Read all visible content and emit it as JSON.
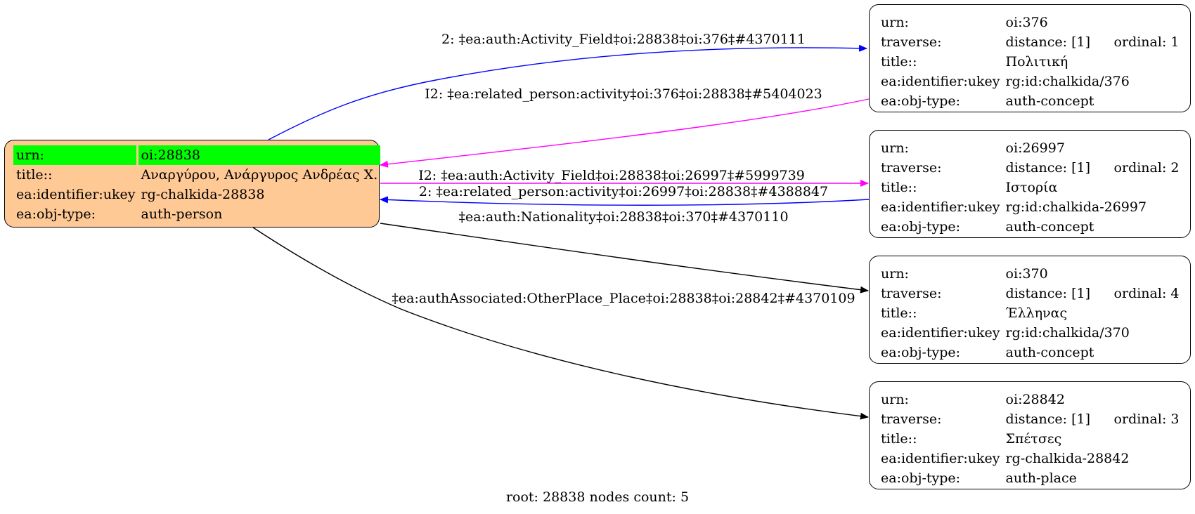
{
  "colors": {
    "root_fill": "#ffc996",
    "highlight": "#00ff00",
    "blue": "#0000ff",
    "magenta": "#ff00ff",
    "black": "#000000"
  },
  "root": {
    "rows": [
      {
        "key": "urn:",
        "value": "oi:28838"
      },
      {
        "key": "title::",
        "value": "Αναργύρου, Ανάργυρος Ανδρέας Χ."
      },
      {
        "key": "ea:identifier:ukey",
        "value": "rg-chalkida-28838"
      },
      {
        "key": "ea:obj-type:",
        "value": "auth-person"
      }
    ]
  },
  "nodes": [
    {
      "urn": "oi:376",
      "distance": "distance: [1]",
      "ordinal": "ordinal: 1",
      "title": "Πολιτική",
      "ukey": "rg:id:chalkida/376",
      "type": "auth-concept"
    },
    {
      "urn": "oi:26997",
      "distance": "distance: [1]",
      "ordinal": "ordinal: 2",
      "title": "Ιστορία",
      "ukey": "rg:id:chalkida-26997",
      "type": "auth-concept"
    },
    {
      "urn": "oi:370",
      "distance": "distance: [1]",
      "ordinal": "ordinal: 4",
      "title": "Έλληνας",
      "ukey": "rg:id:chalkida/370",
      "type": "auth-concept"
    },
    {
      "urn": "oi:28842",
      "distance": "distance: [1]",
      "ordinal": "ordinal: 3",
      "title": "Σπέτσες",
      "ukey": "rg-chalkida-28842",
      "type": "auth-place"
    }
  ],
  "row_keys": {
    "urn": "urn:",
    "traverse": "traverse:",
    "title": "title::",
    "ukey": "ea:identifier:ukey",
    "type": "ea:obj-type:"
  },
  "edges": [
    {
      "label": "2: ‡ea:auth:Activity_Field‡oi:28838‡oi:376‡#4370111",
      "color": "blue"
    },
    {
      "label": "I2: ‡ea:related_person:activity‡oi:376‡oi:28838‡#5404023",
      "color": "magenta"
    },
    {
      "label": "I2: ‡ea:auth:Activity_Field‡oi:28838‡oi:26997‡#5999739",
      "color": "magenta"
    },
    {
      "label": "2: ‡ea:related_person:activity‡oi:26997‡oi:28838‡#4388847",
      "color": "blue"
    },
    {
      "label": "‡ea:auth:Nationality‡oi:28838‡oi:370‡#4370110",
      "color": "black"
    },
    {
      "label": "‡ea:authAssociated:OtherPlace_Place‡oi:28838‡oi:28842‡#4370109",
      "color": "black"
    }
  ],
  "footer": "root: 28838 nodes count: 5"
}
